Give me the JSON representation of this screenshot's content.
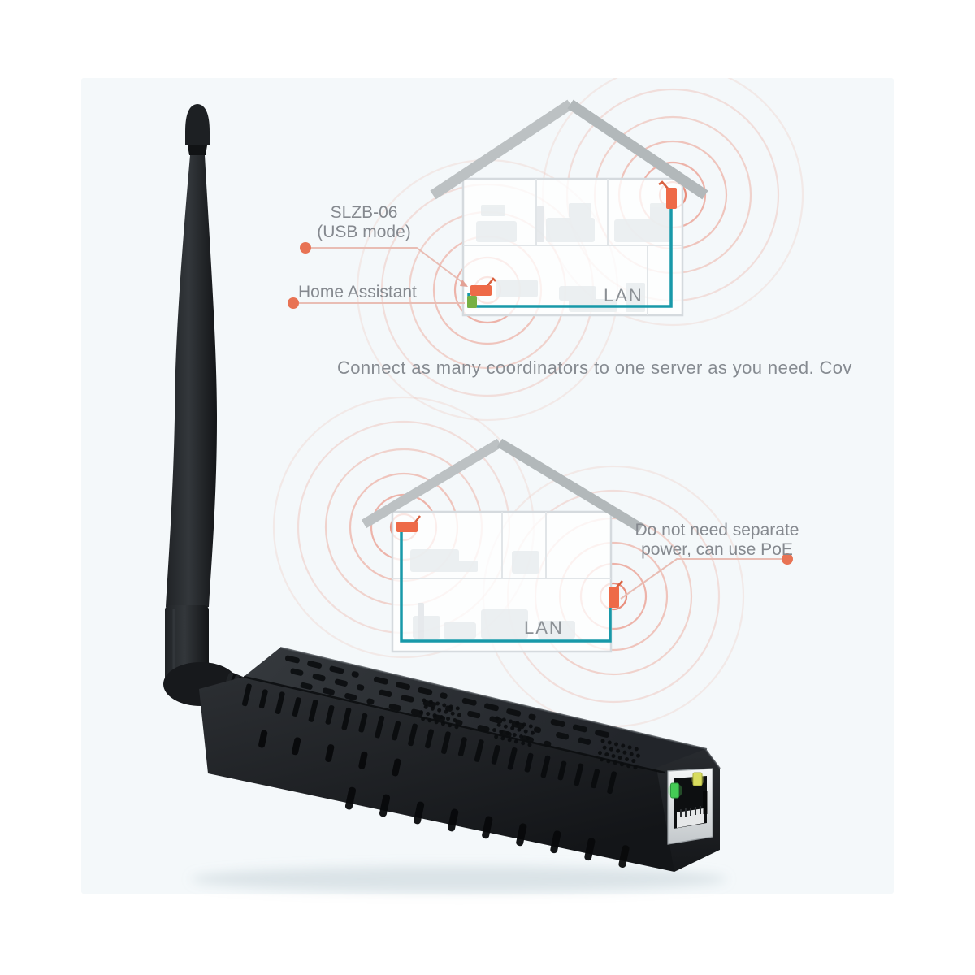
{
  "labels": {
    "device_mode": {
      "line1": "SLZB-06",
      "line2": "(USB mode)"
    },
    "home_assistant": "Home Assistant",
    "house1_lan": "LAN",
    "caption": "Connect as many coordinators to one server as you need. Cov",
    "poe": {
      "line1": "Do not need separate",
      "line2": "power, can use PoE"
    },
    "house2_lan": "LAN"
  },
  "colors": {
    "page_bg": "#ffffff",
    "panel_bg": "#f4f8fa",
    "text_gray": "#85898f",
    "dot_orange": "#e87354",
    "connector_line_pink": "#e9bdb4",
    "device_orange": "#ee6a48",
    "device_green": "#77b044",
    "lan_teal": "#1899a9",
    "signal_ring_red": "#e8826e",
    "roof_gray": "#b7bdbf",
    "wall_gray": "#d5dade",
    "furniture_gray": "#e9edef",
    "led_green": "#44cb55",
    "led_yellow": "#d8dc5e"
  }
}
